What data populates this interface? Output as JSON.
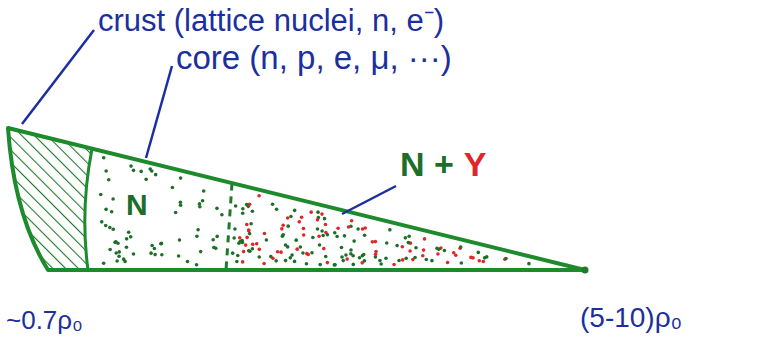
{
  "diagram": {
    "labels": [
      "crust (lattice nuclei, n, e⁻)",
      "core (n, p, e, μ, ···)",
      "N",
      "N +",
      "Y",
      "~0.7ρ₀",
      "(5-10)ρ₀"
    ]
  }
}
